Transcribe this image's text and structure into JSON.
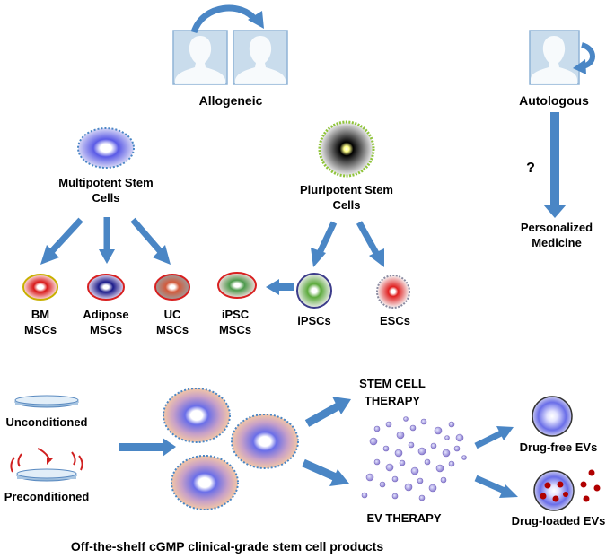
{
  "top": {
    "allogeneic": "Allogeneic",
    "autologous": "Autologous",
    "question": "?",
    "personalized_line1": "Personalized",
    "personalized_line2": "Medicine"
  },
  "multipotent": {
    "line1": "Multipotent Stem",
    "line2": "Cells"
  },
  "pluripotent": {
    "line1": "Pluripotent Stem",
    "line2": "Cells"
  },
  "cells": {
    "bm": {
      "line1": "BM",
      "line2": "MSCs"
    },
    "adipose": {
      "line1": "Adipose",
      "line2": "MSCs"
    },
    "uc": {
      "line1": "UC",
      "line2": "MSCs"
    },
    "ipsc_mscs": {
      "line1": "iPSC",
      "line2": "MSCs"
    },
    "ipscs": "iPSCs",
    "escs": "ESCs"
  },
  "bottom": {
    "unconditioned": "Unconditioned",
    "preconditioned": "Preconditioned",
    "stem_cell_therapy_line1": "STEM CELL",
    "stem_cell_therapy_line2": "THERAPY",
    "ev_therapy": "EV THERAPY",
    "drug_free": "Drug-free EVs",
    "drug_loaded": "Drug-loaded EVs",
    "caption": "Off-the-shelf cGMP clinical-grade stem cell products"
  },
  "colors": {
    "arrow": "#4a86c5",
    "person_bg": "#c9dcec",
    "person_frame": "#8fb3d6",
    "question": "#2e6da4",
    "drug": "#b00000"
  }
}
